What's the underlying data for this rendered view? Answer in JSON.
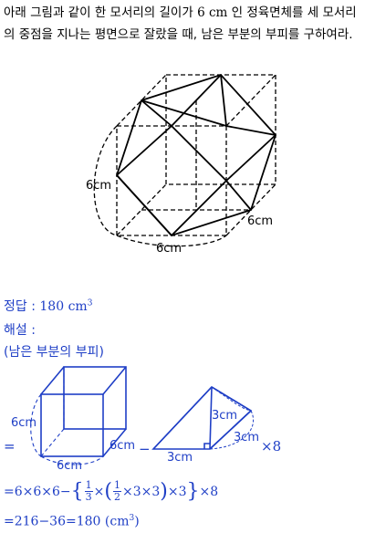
{
  "problem": {
    "text_before": "아래 그림과 같이 한 모서리의 길이가",
    "value": "6",
    "unit": "cm",
    "text_after": "인 정육면체를 세 모서리의 중점을 지나는 평면으로 잘랐을 때, 남은 부분의 부피를 구하여라."
  },
  "figure1": {
    "label_left": "6cm",
    "label_right": "6cm",
    "label_bottom": "6cm"
  },
  "answer": {
    "label": "정답 :",
    "value": "180",
    "unit": "cm",
    "exp": "3"
  },
  "solution": {
    "label": "해설 :",
    "part_title": "(남은 부분의 부피)",
    "eq_sign": "=",
    "minus_sign": "−",
    "times8": "×8",
    "cube_labels": {
      "left": "6cm",
      "bottom": "6cm",
      "right": "6cm"
    },
    "pyramid_labels": {
      "top": "3cm",
      "right": "3cm",
      "bottom": "3cm"
    },
    "line1": {
      "start": "=6×6×6−",
      "open_brace": "{",
      "frac1_num": "1",
      "frac1_den": "3",
      "times_a": "×",
      "open_paren": "(",
      "frac2_num": "1",
      "frac2_den": "2",
      "inner": "×3×3",
      "close_paren": ")",
      "times3": "×3",
      "close_brace": "}",
      "end": "×8"
    },
    "line2": {
      "text": "=216−36=180",
      "unit": "(cm",
      "exp": "3",
      "close": ")"
    }
  }
}
